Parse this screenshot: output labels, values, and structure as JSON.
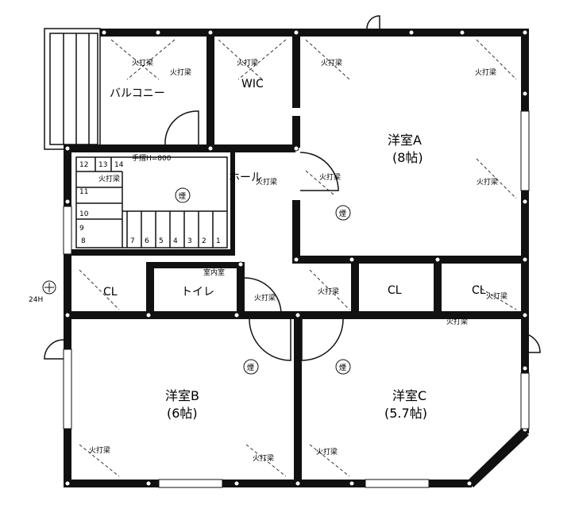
{
  "rooms": {
    "western_a": {
      "name": "洋室A",
      "size": "(8帖)"
    },
    "western_b": {
      "name": "洋室B",
      "size": "(6帖)"
    },
    "western_c": {
      "name": "洋室C",
      "size": "(5.7帖)"
    },
    "wic": "WIC",
    "balcony": "バルコニー",
    "hall": "ホール",
    "toilet": "トイレ",
    "indoor_unit": "室内室",
    "closet": "CL"
  },
  "labels": {
    "fire_alarm": "火打梁",
    "smoke_detector": "煙",
    "handrail": "手摺H=800",
    "outlet": "24H"
  },
  "stair_steps": [
    "1",
    "2",
    "3",
    "4",
    "5",
    "6",
    "7",
    "8",
    "9",
    "10",
    "11",
    "12",
    "13",
    "14"
  ]
}
